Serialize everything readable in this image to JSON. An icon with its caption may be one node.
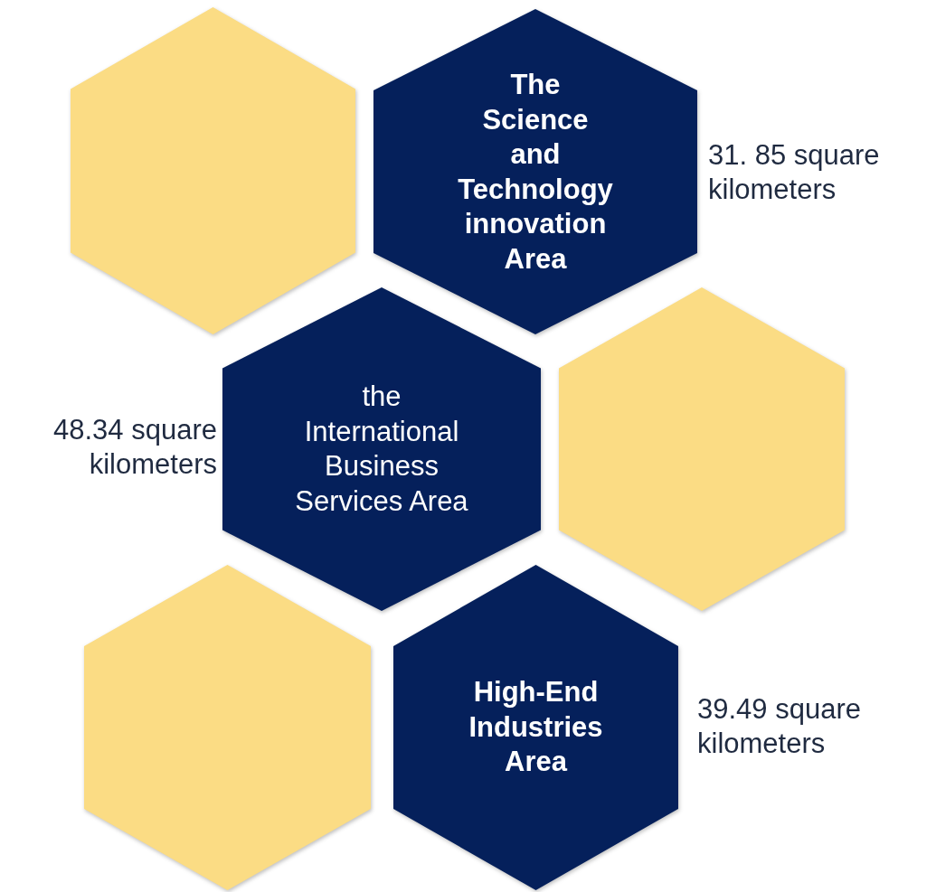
{
  "diagram": {
    "nodes": [
      {
        "text": [],
        "shape": "hexagon"
      },
      {
        "text": [
          "The Science and Technology innovation Area"
        ],
        "beside": [
          "31. 85 square kilometers"
        ]
      },
      {
        "text": [
          "the International Business Services Area"
        ],
        "beside": [
          "48.34 square kilometers"
        ]
      },
      {
        "text": [],
        "shape": "hexagon"
      },
      {
        "text": [],
        "shape": "hexagon"
      },
      {
        "text": [
          "High-End Industries Area"
        ],
        "beside": [
          "39.49 square kilometers"
        ]
      }
    ]
  }
}
